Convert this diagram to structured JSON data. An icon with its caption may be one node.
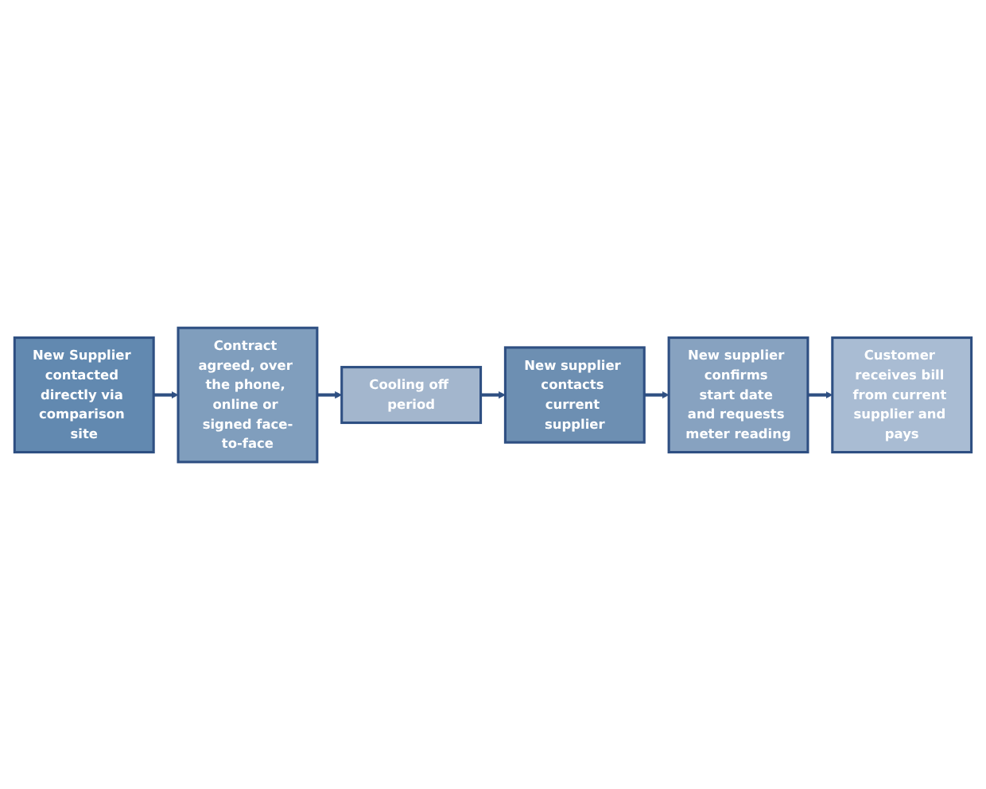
{
  "diagram": {
    "nodes": [
      {
        "text": [
          "New Supplier contacted directly via comparison site"
        ]
      },
      {
        "text": [
          "Contract agreed, over the phone, online or signed face-to-face"
        ]
      },
      {
        "text": [
          "Cooling off period"
        ]
      },
      {
        "text": [
          "New supplier contacts current supplier"
        ]
      },
      {
        "text": [
          "New supplier confirms start date and requests meter reading"
        ]
      },
      {
        "text": [
          "Customer receives bill from current supplier and pays"
        ]
      }
    ],
    "edges": [
      {
        "from": 0,
        "to": 1,
        "arrow": "to"
      },
      {
        "from": 1,
        "to": 2,
        "arrow": "to"
      },
      {
        "from": 2,
        "to": 3,
        "arrow": "to"
      },
      {
        "from": 3,
        "to": 4,
        "arrow": "to"
      },
      {
        "from": 4,
        "to": 5,
        "arrow": "to"
      }
    ]
  }
}
